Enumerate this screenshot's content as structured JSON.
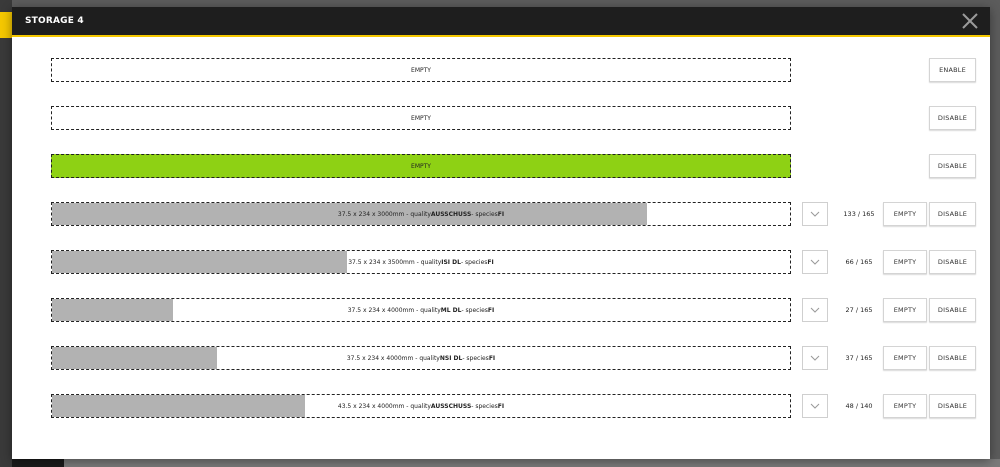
{
  "modal": {
    "title": "STORAGE 4"
  },
  "colors": {
    "header_bg": "#1e1e1e",
    "accent": "#f5c800",
    "active_bar": "#8ed114",
    "fill": "#b2b2b2"
  },
  "rows": [
    {
      "bar_text": "EMPTY",
      "active": false,
      "fill_fraction": 0,
      "toggle_label": "ENABLE"
    },
    {
      "bar_text": "EMPTY",
      "active": false,
      "fill_fraction": 0,
      "toggle_label": "DISABLE"
    },
    {
      "bar_text": "EMPTY",
      "active": true,
      "fill_fraction": 0,
      "toggle_label": "DISABLE"
    },
    {
      "dims": "37.5 x 234 x 3000",
      "unit": " mm - quality ",
      "quality": "AUSSCHUSS",
      "species_label": " - species ",
      "species": "FI",
      "count": "133 / 165",
      "fill_fraction": 0.806,
      "empty_label": "EMPTY",
      "toggle_label": "DISABLE"
    },
    {
      "dims": "37.5 x 234 x 3500",
      "unit": " mm - quality ",
      "quality": "ISI DL",
      "species_label": " - species ",
      "species": "FI",
      "count": "66 / 165",
      "fill_fraction": 0.4,
      "empty_label": "EMPTY",
      "toggle_label": "DISABLE"
    },
    {
      "dims": "37.5 x 234 x 4000",
      "unit": " mm - quality ",
      "quality": "ML DL",
      "species_label": " - species ",
      "species": "FI",
      "count": "27 / 165",
      "fill_fraction": 0.164,
      "empty_label": "EMPTY",
      "toggle_label": "DISABLE"
    },
    {
      "dims": "37.5 x 234 x 4000",
      "unit": " mm - quality ",
      "quality": "NSI DL",
      "species_label": " - species ",
      "species": "FI",
      "count": "37 / 165",
      "fill_fraction": 0.224,
      "empty_label": "EMPTY",
      "toggle_label": "DISABLE"
    },
    {
      "dims": "43.5 x 234 x 4000",
      "unit": " mm - quality ",
      "quality": "AUSSCHUSS",
      "species_label": " - species ",
      "species": "FI",
      "count": "48 / 140",
      "fill_fraction": 0.343,
      "empty_label": "EMPTY",
      "toggle_label": "DISABLE"
    }
  ],
  "icons": {
    "close": "close-icon",
    "dropdown": "chevron-down-icon"
  }
}
